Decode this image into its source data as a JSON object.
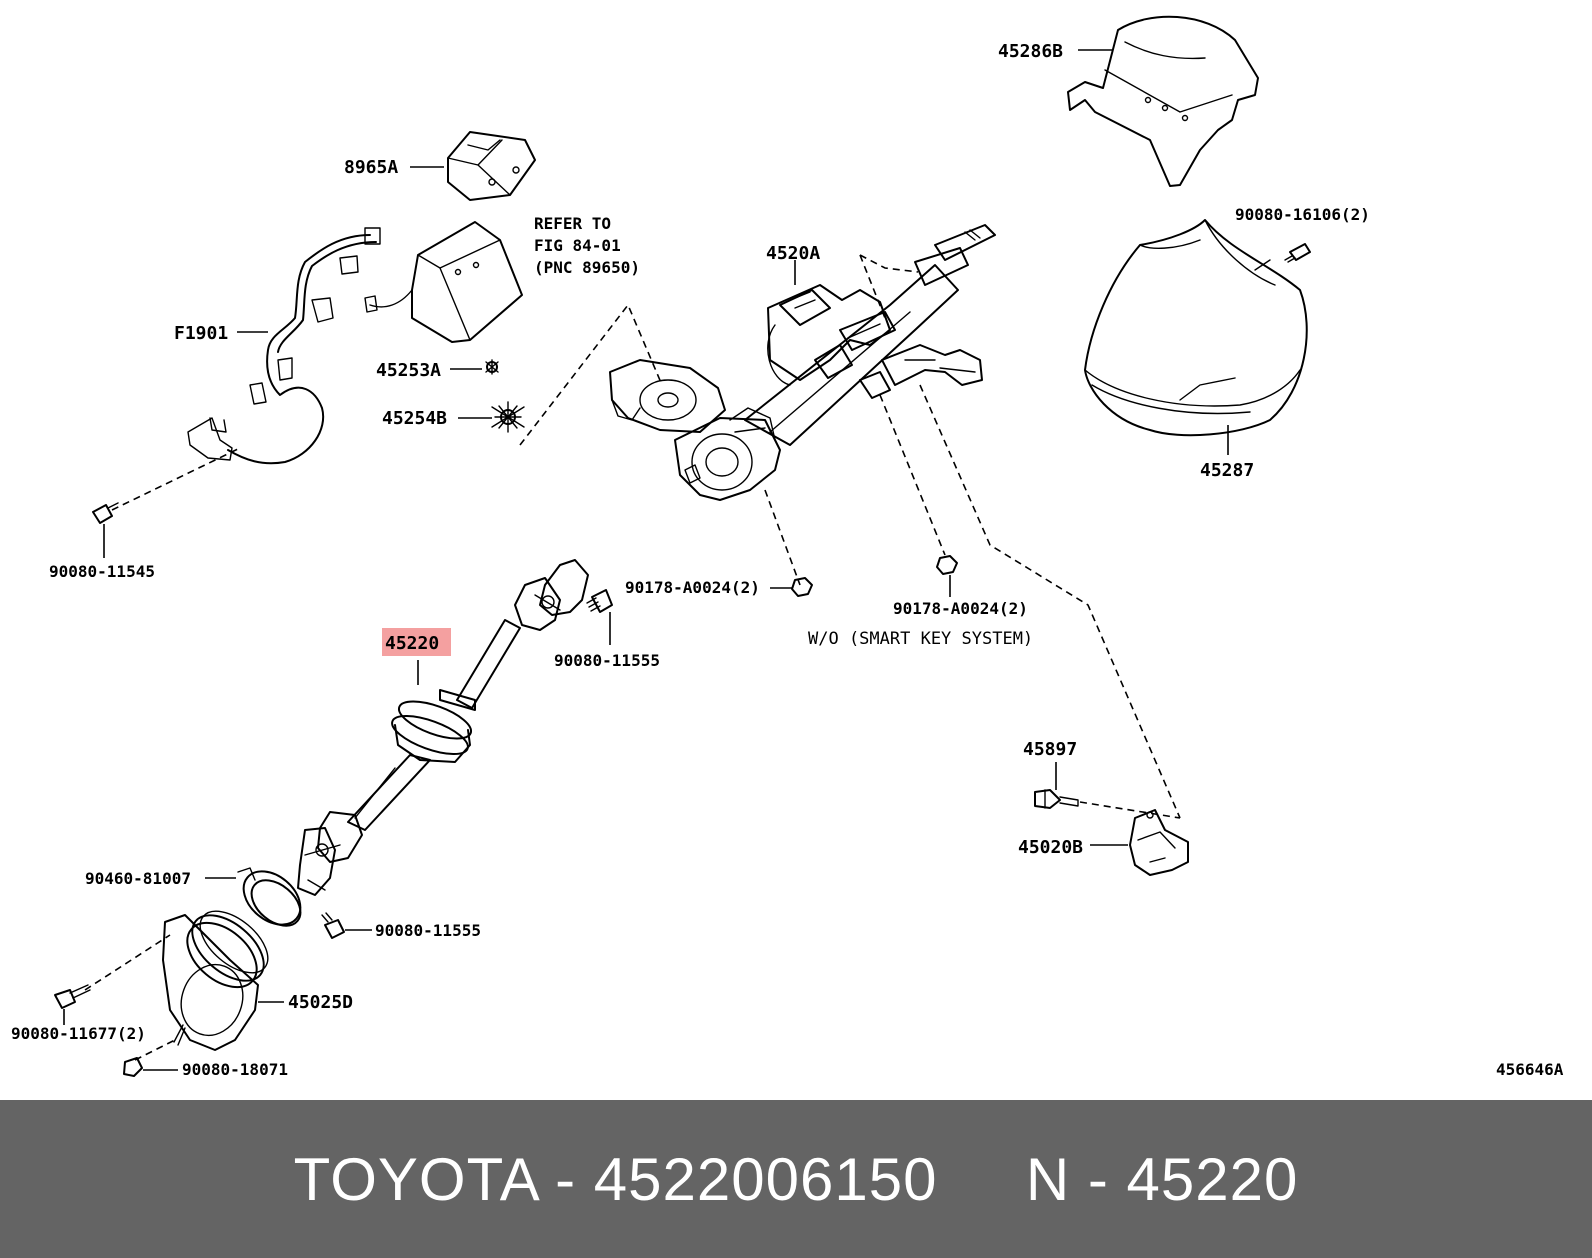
{
  "diagram": {
    "figure_code": "456646A",
    "highlighted_part": "45220",
    "callouts": {
      "p45286B": "45286B",
      "p8965A": "8965A",
      "refer_line1": "REFER TO",
      "refer_line2": "FIG 84-01",
      "refer_line3": "(PNC 89650)",
      "p4520A": "4520A",
      "p90080_16106": "90080-16106(2)",
      "pF1901": "F1901",
      "p45253A": "45253A",
      "p45254B": "45254B",
      "p45287": "45287",
      "p90080_11545": "90080-11545",
      "p90178_A0024_a": "90178-A0024(2)",
      "p90178_A0024_b": "90178-A0024(2)",
      "wo_note": "W/O (SMART KEY SYSTEM)",
      "p45220": "45220",
      "p90080_11555_a": "90080-11555",
      "p45897": "45897",
      "p45020B": "45020B",
      "p90460_81007": "90460-81007",
      "p90080_11555_b": "90080-11555",
      "p45025D": "45025D",
      "p90080_11677": "90080-11677(2)",
      "p90080_18071": "90080-18071"
    }
  },
  "footer": {
    "brand": "TOYOTA",
    "part_number": "4522006150",
    "pnc_prefix": "N",
    "pnc": "45220",
    "text": "TOYOTA - 4522006150     N - 45220",
    "background": "#646464",
    "text_color": "#ffffff"
  },
  "colors": {
    "highlight": "#f4a0a0",
    "line": "#000000"
  }
}
